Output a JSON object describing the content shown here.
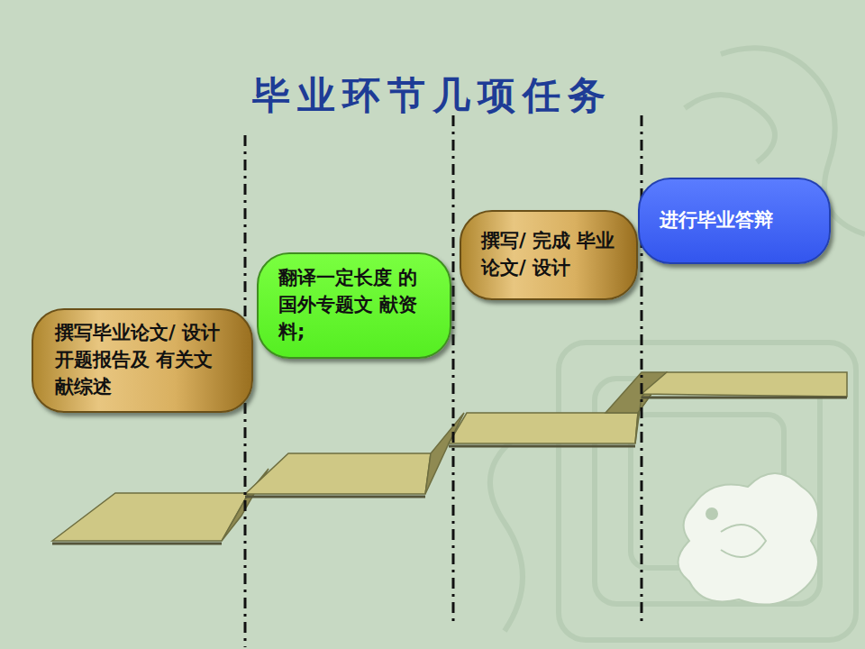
{
  "diagram": {
    "title": "毕业环节几项任务",
    "nodes": [
      {
        "text": [
          "撰写毕业论文/ 设计开题报告及 有关文献综述"
        ]
      },
      {
        "text": [
          "翻译一定长度 的国外专题文 献资料;"
        ]
      },
      {
        "text": [
          "撰写/ 完成 毕业论文/ 设计"
        ]
      },
      {
        "text": [
          "进行毕业答辩"
        ]
      }
    ]
  }
}
